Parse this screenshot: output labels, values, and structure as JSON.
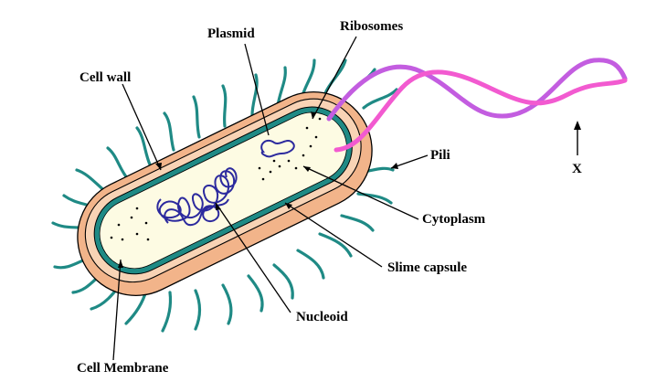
{
  "labels": {
    "plasmid": "Plasmid",
    "ribosomes": "Ribosomes",
    "cell_wall": "Cell wall",
    "pili": "Pili",
    "x_marker": "X",
    "cytoplasm": "Cytoplasm",
    "slime_capsule": "Slime capsule",
    "nucleoid": "Nucleoid",
    "cell_membrane": "Cell Membrane"
  },
  "colors": {
    "capsule": "#f2b48a",
    "cell_wall": "#f8d3b5",
    "membrane": "#1f8a85",
    "cytoplasm": "#fdfbe3",
    "pili": "#1f8a85",
    "flagellum_a": "#c35de0",
    "flagellum_b": "#f25ad0",
    "dna": "#2c2a9e",
    "outline": "#000000"
  }
}
